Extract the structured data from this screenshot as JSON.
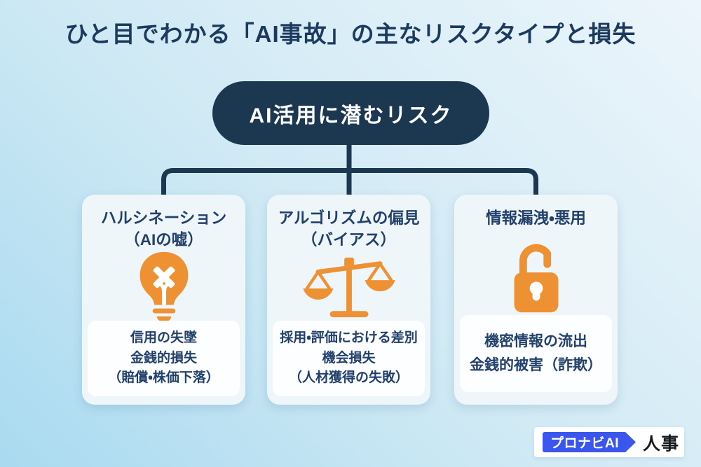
{
  "title": "ひと目でわかる「AI事故」の主なリスクタイプと損失",
  "root": {
    "label": "AI活用に潜むリスク"
  },
  "cards": [
    {
      "title": [
        "ハルシネーション",
        "（AIの嘘）"
      ],
      "icon": "lightbulb-x-icon",
      "losses": [
        "信用の失墜",
        "金銭的損失",
        "（賠償・株価下落）"
      ]
    },
    {
      "title": [
        "アルゴリズムの偏見",
        "（バイアス）"
      ],
      "icon": "scales-icon",
      "losses": [
        "採用・評価における差別",
        "機会損失",
        "（人材獲得の失敗）"
      ]
    },
    {
      "title": [
        "情報漏洩・悪用"
      ],
      "icon": "open-padlock-icon",
      "losses": [
        "機密情報の流出",
        "金銭的被害（詐欺）"
      ]
    }
  ],
  "logo": {
    "badge": "プロナビAI",
    "suffix": "人事"
  },
  "colors": {
    "bg-top": "#ECF5FB",
    "bg-bottom": "#A9DAF0",
    "node-navy": "#1C3850",
    "title-navy": "#1B3A5E",
    "text-navy": "#21406B",
    "accent-orange": "#EE9133",
    "card-bg": "#EFF6FA",
    "loss-bg": "#FCFEFF",
    "logo-blue": "#3A56EC",
    "logo-text-dark": "#15181D"
  }
}
